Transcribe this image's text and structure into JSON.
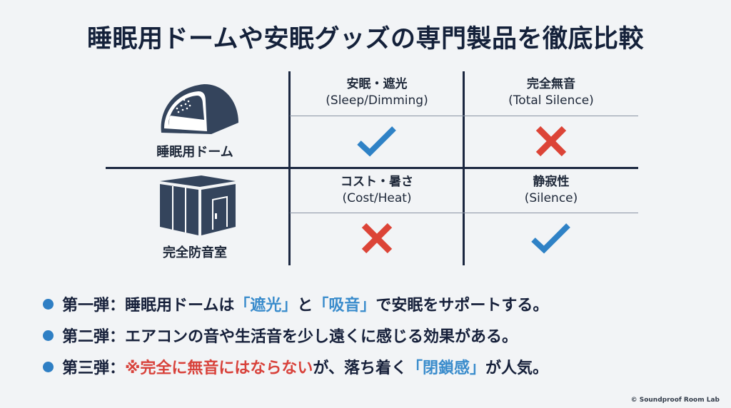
{
  "title": "睡眠用ドームや安眠グッズの専門製品を徹底比較",
  "table": {
    "rows": [
      {
        "label": "睡眠用ドーム",
        "icon": "sleep-dome-icon",
        "cells": [
          {
            "jp": "安眠・遮光",
            "en": "(Sleep/Dimming)",
            "mark": "check"
          },
          {
            "jp": "完全無音",
            "en": "(Total Silence)",
            "mark": "cross"
          }
        ]
      },
      {
        "label": "完全防音室",
        "icon": "soundproof-room-icon",
        "cells": [
          {
            "jp": "コスト・暑さ",
            "en": "(Cost/Heat)",
            "mark": "cross"
          },
          {
            "jp": "静寂性",
            "en": "(Silence)",
            "mark": "check"
          }
        ]
      }
    ]
  },
  "bullets": [
    {
      "prefix": "第一弾：",
      "parts": [
        "睡眠用ドームは",
        "「遮光」",
        "と",
        "「吸音」",
        "で安眠をサポートする。"
      ]
    },
    {
      "prefix": "第二弾：",
      "parts": [
        "エアコンの音や生活音を少し遠くに感じる効果がある。"
      ]
    },
    {
      "prefix": "第三弾：",
      "parts": [
        "※完全に無音にはならない",
        "が、落ち着く",
        "「閉鎖感」",
        "が人気。"
      ]
    }
  ],
  "colors": {
    "check": "#2f82c6",
    "cross": "#dc4437",
    "line": "#1b2740",
    "icon": "#34445c",
    "highlight_blue": "#3a8ccc",
    "highlight_red": "#d8413a"
  },
  "copyright": "© Soundproof Room Lab"
}
